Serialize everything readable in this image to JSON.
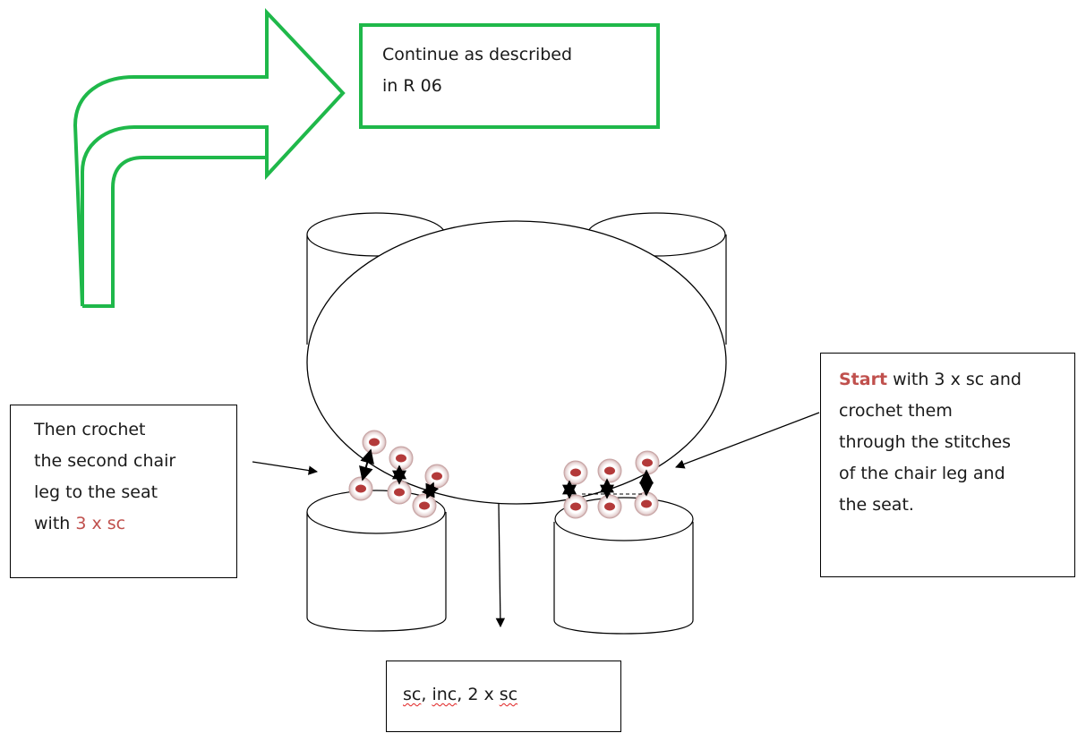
{
  "top_box": {
    "line1": "Continue as described",
    "line2": "in R 06"
  },
  "left_box": {
    "line1": "Then crochet",
    "line2": "the second chair",
    "line3": "leg to the seat",
    "line4_prefix": "with ",
    "line4_highlight": "3 x sc"
  },
  "right_box": {
    "line1_highlight": "Start",
    "line1_rest": " with 3 x sc and",
    "line2": "crochet them",
    "line3": "through the stitches",
    "line4": "of the chair leg and",
    "line5": "the seat."
  },
  "bottom_box": {
    "part1": "sc",
    "sep1": ", ",
    "part2": "inc",
    "sep2": ", 2 x ",
    "part3": "sc"
  },
  "colors": {
    "arrow_green": "#1fb84a",
    "highlight_red": "#c0504d",
    "stitch_red": "#b33a3a"
  }
}
